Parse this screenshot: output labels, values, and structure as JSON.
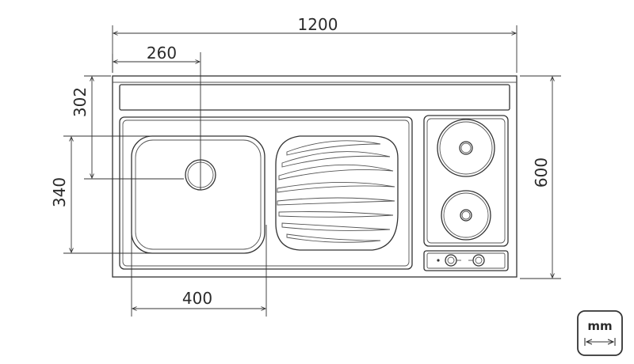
{
  "dimensions": {
    "total_width": "1200",
    "sink_center_offset": "260",
    "sink_center_depth": "302",
    "bowl_depth": "340",
    "bowl_width": "400",
    "total_depth": "600"
  },
  "unit_badge": {
    "label": "mm",
    "icon": "double-arrow-icon"
  }
}
